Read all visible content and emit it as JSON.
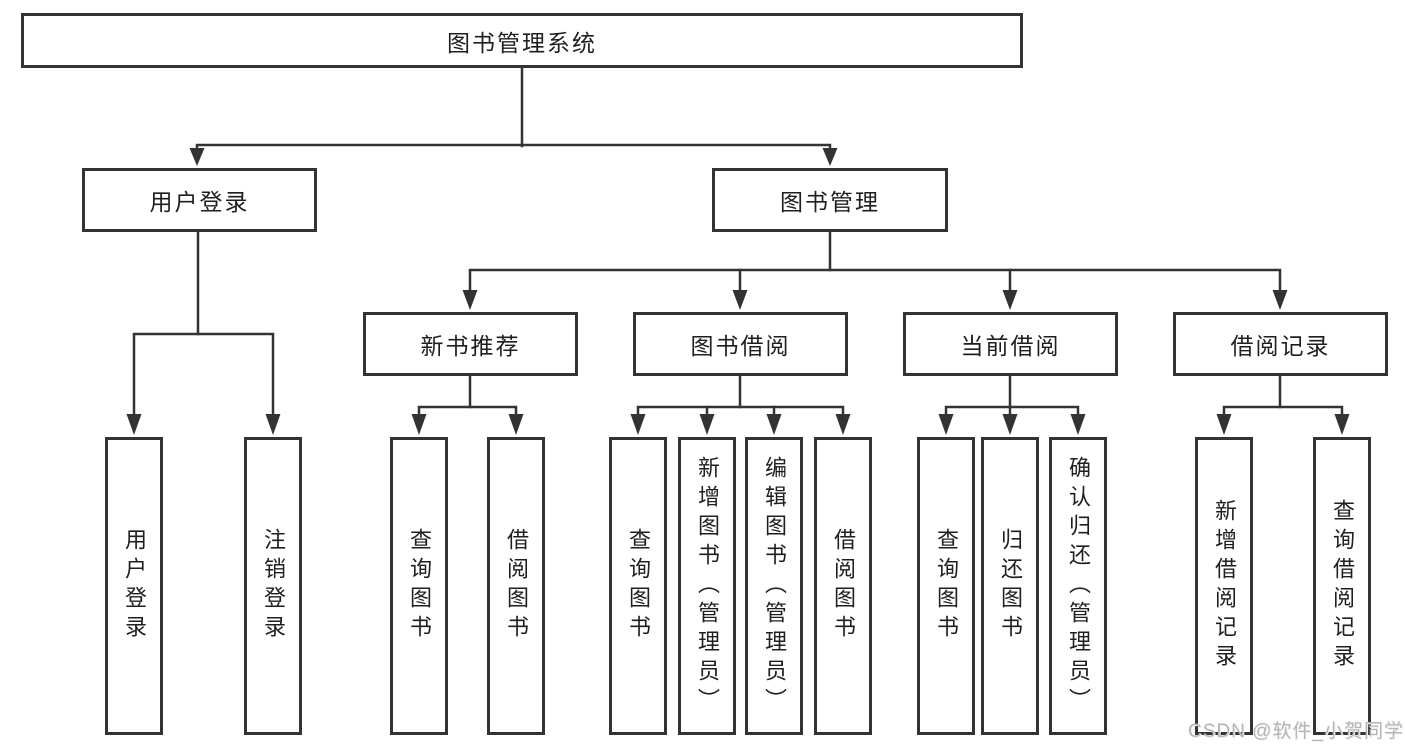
{
  "diagram": {
    "root": {
      "label": "图书管理系统"
    },
    "children": [
      {
        "label": "用户登录",
        "children": [
          {
            "label": "用户登录"
          },
          {
            "label": "注销登录"
          }
        ]
      },
      {
        "label": "图书管理",
        "children": [
          {
            "label": "新书推荐",
            "children": [
              {
                "label": "查询图书"
              },
              {
                "label": "借阅图书"
              }
            ]
          },
          {
            "label": "图书借阅",
            "children": [
              {
                "label": "查询图书"
              },
              {
                "label": "新增图书（管理员）"
              },
              {
                "label": "编辑图书（管理员）"
              },
              {
                "label": "借阅图书"
              }
            ]
          },
          {
            "label": "当前借阅",
            "children": [
              {
                "label": "查询图书"
              },
              {
                "label": "归还图书"
              },
              {
                "label": "确认归还（管理员）"
              }
            ]
          },
          {
            "label": "借阅记录",
            "children": [
              {
                "label": "新增借阅记录"
              },
              {
                "label": "查询借阅记录"
              }
            ]
          }
        ]
      }
    ]
  },
  "watermark": {
    "text": "CSDN @软件_小贺同学"
  },
  "colors": {
    "line": "#333333",
    "box_border": "#333333",
    "box_fill": "#ffffff",
    "text": "#1f1f1f",
    "watermark": "#b5b5b5",
    "background": "#ffffff"
  }
}
